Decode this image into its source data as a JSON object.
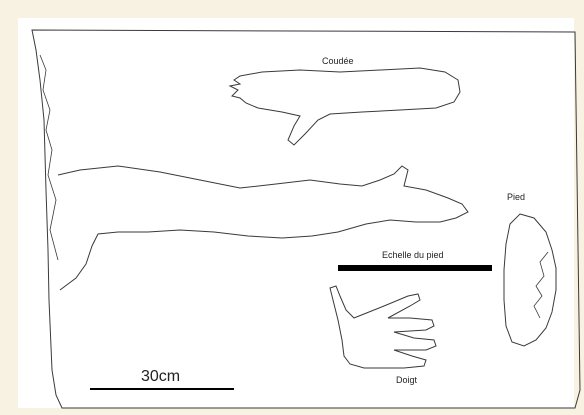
{
  "labels": {
    "coudee": "Coudée",
    "pied": "Pied",
    "echelle": "Echelle du pied",
    "doigt": "Doigt",
    "scale": "30cm"
  },
  "colors": {
    "background": "#f7f2e2",
    "sheet": "#ffffff",
    "outline": "#3a3a3a",
    "bar": "#000000"
  }
}
